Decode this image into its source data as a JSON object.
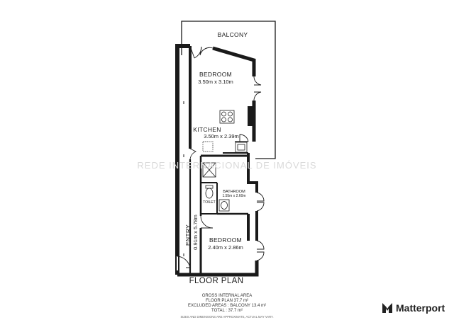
{
  "watermark": "REDE INTERNACIONAL DE IMÓVEIS",
  "rooms": {
    "balcony": {
      "name": "BALCONY"
    },
    "bedroom_top": {
      "name": "BEDROOM",
      "dims": "3.50m x 3.10m"
    },
    "kitchen": {
      "name": "KITCHEN",
      "dims": "3.50m x 2.39m"
    },
    "bathroom": {
      "name": "BATHROOM",
      "dims": "1.55m x 2.60m"
    },
    "toilet": {
      "name": "TOILET"
    },
    "entry": {
      "name": "ENTRY",
      "dims": "0.91m x 5.78m"
    },
    "bedroom_bottom": {
      "name": "BEDROOM",
      "dims": "2.40m x 2.86m"
    }
  },
  "plan_title": "FLOOR PLAN",
  "areas": {
    "heading": "GROSS INTERNAL AREA",
    "floor_plan": "FLOOR PLAN 37.7 m²",
    "excluded": "EXCLUDED AREAS :  BALCONY 13.4 m²",
    "total": "TOTAL : 37.7 m²",
    "disclaimer": "SIZES AND DIMENSIONS ARE APPROXIMATE, ACTUAL MAY VARY."
  },
  "brand": {
    "name": "Matterport",
    "icon": "matterport-logo-icon"
  },
  "colors": {
    "wall": "#1a1a1a",
    "background": "#ffffff",
    "watermark": "#d9d9d9"
  }
}
